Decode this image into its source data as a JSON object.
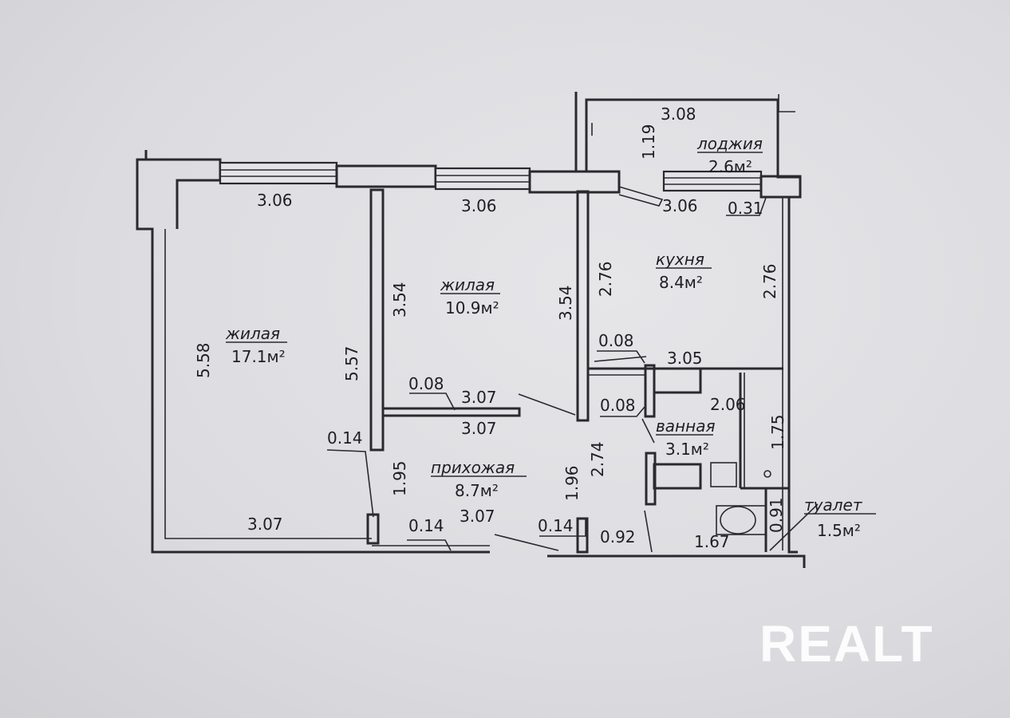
{
  "rooms": {
    "living_large": {
      "name": "жилая",
      "area": "17.1м²"
    },
    "living_small": {
      "name": "жилая",
      "area": "10.9м²"
    },
    "kitchen": {
      "name": "кухня",
      "area": "8.4м²"
    },
    "loggia": {
      "name": "лоджия",
      "area": "2.6м²"
    },
    "bathroom": {
      "name": "ванная",
      "area": "3.1м²"
    },
    "toilet": {
      "name": "туалет",
      "area": "1.5м²"
    },
    "hallway": {
      "name": "прихожая",
      "area": "8.7м²"
    }
  },
  "dimensions": {
    "d1": "3.06",
    "d2": "3.06",
    "d3": "3.06",
    "d4": "3.08",
    "d5": "1.19",
    "d6": "0.31",
    "d7": "2.76",
    "d8": "2.76",
    "d9": "3.54",
    "d10": "3.54",
    "d11": "5.58",
    "d12": "5.57",
    "d13": "0.08",
    "d14": "3.05",
    "d15": "0.08",
    "d16": "3.07",
    "d17": "3.07",
    "d18": "0.08",
    "d19": "2.06",
    "d20": "1.75",
    "d21": "0.14",
    "d22": "1.95",
    "d23": "1.96",
    "d24": "2.74",
    "d25": "3.07",
    "d26": "3.07",
    "d27": "0.14",
    "d28": "0.14",
    "d29": "0.92",
    "d30": "1.67",
    "d31": "0.91"
  },
  "watermark": "REALT"
}
